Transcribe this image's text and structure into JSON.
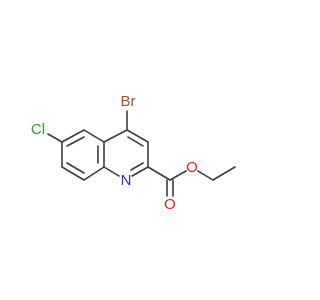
{
  "molecule": {
    "atoms": {
      "br": {
        "label": "Br",
        "color": "#a0522d"
      },
      "cl": {
        "label": "Cl",
        "color": "#2e9b2e"
      },
      "n": {
        "label": "N",
        "color": "#2b2bd6"
      },
      "o_carbonyl": {
        "label": "O",
        "color": "#e02020"
      },
      "o_ester": {
        "label": "O",
        "color": "#e02020"
      }
    },
    "bond_color": "#3c3c3c"
  }
}
